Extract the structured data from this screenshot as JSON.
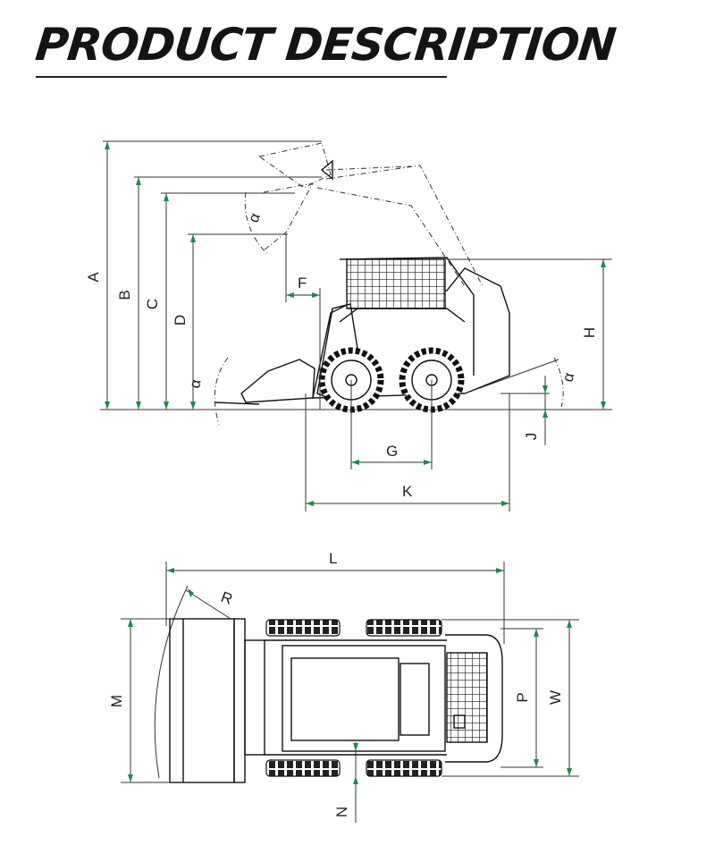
{
  "header": {
    "title": "PRODUCT DESCRIPTION"
  },
  "side_view": {
    "labels": {
      "A": "A",
      "B": "B",
      "C": "C",
      "D": "D",
      "F": "F",
      "G": "G",
      "H": "H",
      "J": "J",
      "K": "K"
    }
  },
  "top_view": {
    "labels": {
      "L": "L",
      "R": "R",
      "M": "M",
      "N": "N",
      "P": "P",
      "W": "W"
    }
  },
  "colors": {
    "arrow": "#1e8a4a",
    "line": "#333333",
    "title": "#141414"
  }
}
